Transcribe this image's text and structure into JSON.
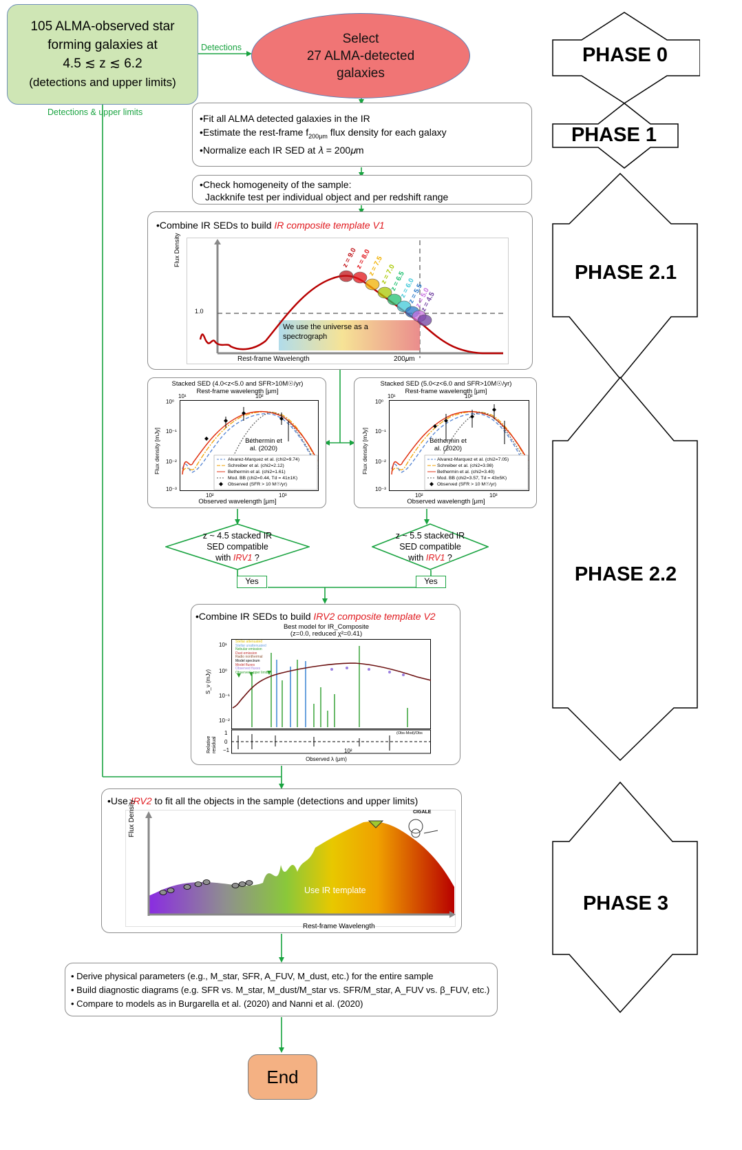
{
  "start": {
    "line1": "105 ALMA-observed star",
    "line2": "forming galaxies at",
    "line3": "4.5 ≲ z ≲ 6.2",
    "line4": "(detections and upper limits)"
  },
  "select": {
    "line1": "Select",
    "line2": "27 ALMA-detected",
    "line3": "galaxies"
  },
  "connectors": {
    "detections": "Detections",
    "detections_upper": "Detections & upper limits"
  },
  "phase1_box": {
    "line1": "•Fit all ALMA detected galaxies in the IR",
    "line2_pre": "•Estimate the rest-frame f",
    "line2_sub": "200μm",
    "line2_post": " flux density for each galaxy",
    "line3": "•Normalize each IR SED at 𝜆 = 200𝜇m"
  },
  "homogeneity_box": {
    "line1": "•Check homogeneity of the sample:",
    "line2": "Jackknife test per individual object and per redshift range"
  },
  "v1_box": {
    "title_pre": "•Combine IR SEDs to build ",
    "title_red": "IR composite template V1",
    "ylabel": "Flux Density",
    "xlabel": "Rest-frame Wavelength",
    "marker_200": "200𝜇m",
    "marker_one": "1.0",
    "note": "We use the universe as a spectrograph",
    "redshifts": [
      "z = 9.0",
      "z = 8.0",
      "z = 7.5",
      "z = 7.0",
      "z = 6.5",
      "z = 6.0",
      "z = 5.5",
      "z = 5.0",
      "z = 4.5"
    ],
    "redshift_colors": [
      "#c0141a",
      "#e0141a",
      "#f0b000",
      "#a8c800",
      "#20c070",
      "#40c8d8",
      "#2878c8",
      "#c870e0",
      "#7040a0"
    ]
  },
  "stacked_left": {
    "title": "Stacked SED (4.0<z<5.0 and SFR>10M☉/yr)",
    "top_axis": "Rest-frame wavelength [μm]",
    "ylabel": "Flux density [mJy]",
    "xlabel": "Observed wavelength [μm]",
    "annotation": "Béthermin et al. (2020)",
    "legend": [
      "Alvarez-Marquez et al. (chi2=9.74)",
      "Schreiber et al. (chi2=2.12)",
      "Bethermin et al. (chi2=1.61)",
      "Mod. BB (chi2=0.44, Td = 41±1K)",
      "Observed (SFR > 10 M☉/yr)"
    ],
    "yticks": [
      "10⁰",
      "10⁻¹",
      "10⁻²",
      "10⁻³"
    ],
    "xticks": [
      "10²",
      "10³"
    ],
    "top_ticks": [
      "10¹",
      "10²"
    ]
  },
  "stacked_right": {
    "title": "Stacked SED (5.0<z<6.0 and SFR>10M☉/yr)",
    "top_axis": "Rest-frame wavelength [μm]",
    "ylabel": "Flux density [mJy]",
    "xlabel": "Observed wavelength [μm]",
    "annotation": "Béthermin et al. (2020)",
    "legend": [
      "Alvarez-Marquez et al. (chi2=7.05)",
      "Schreiber et al. (chi2=3.98)",
      "Bethermin et al. (chi2=3.40)",
      "Mod. BB (chi2=3.57, Td = 43±5K)",
      "Observed (SFR > 10 M☉/yr)"
    ],
    "yticks": [
      "10⁰",
      "10⁻¹",
      "10⁻²",
      "10⁻³"
    ],
    "xticks": [
      "10²",
      "10³"
    ],
    "top_ticks": [
      "10¹",
      "10²"
    ]
  },
  "decision_left": {
    "line1": "z ~ 4.5 stacked IR",
    "line2": "SED compatible",
    "line3_pre": "with ",
    "line3_red": "IRV1",
    "line3_post": " ?",
    "yes": "Yes"
  },
  "decision_right": {
    "line1": "z ~  5.5 stacked IR",
    "line2": "SED compatible",
    "line3_pre": "with ",
    "line3_red": "IRV1",
    "line3_post": " ?",
    "yes": "Yes"
  },
  "v2_box": {
    "title_pre": "•Combine IR SEDs to build ",
    "title_red": "IRV2 composite template V2",
    "plot_title1": "Best model for IR_Composite",
    "plot_title2": "(z=0.0, reduced χ²=0.41)",
    "ylabel": "S_ν (mJy)",
    "resid_label": "Relative residual",
    "xlabel": "Observed λ (μm)",
    "xtick": "10²",
    "yticks": [
      "10¹",
      "10⁰",
      "10⁻¹",
      "10⁻²"
    ],
    "resid_ticks": [
      "1",
      "0",
      "−1"
    ],
    "legend": [
      "Stellar attenuated",
      "Stellar unattenuated",
      "Nebular emission",
      "Dust emission",
      "Radio nonthermal",
      "Model spectrum",
      "Model fluxes",
      "Observed fluxes",
      "Observed upper limits"
    ],
    "small_note": "(Obs-Mod)/Obs"
  },
  "phase3_box": {
    "title_pre": "•Use ",
    "title_red": "IRV2",
    "title_post": " to fit all the objects in the sample (detections and upper limits)",
    "ylabel": "Flux Density",
    "xlabel": "Rest-frame Wavelength",
    "note": "Use IR template",
    "logo": "CIGALE"
  },
  "final_box": {
    "line1": "• Derive physical parameters (e.g., M_star, SFR, A_FUV, M_dust, etc.) for the entire sample",
    "line2": "• Build diagnostic diagrams (e.g. SFR vs. M_star, M_dust/M_star vs. SFR/M_star, A_FUV vs. β_FUV, etc.)",
    "line3": "• Compare to models as in Burgarella et al. (2020) and Nanni et al. (2020)"
  },
  "end": {
    "label": "End"
  },
  "phases": [
    "PHASE 0",
    "PHASE 1",
    "PHASE 2.1",
    "PHASE 2.2",
    "PHASE 3"
  ],
  "colors": {
    "arrow_green": "#19a340",
    "start_fill": "#cfe6b5",
    "select_fill": "#f07575",
    "end_fill": "#f4b183",
    "accent_red": "#e0191e"
  }
}
